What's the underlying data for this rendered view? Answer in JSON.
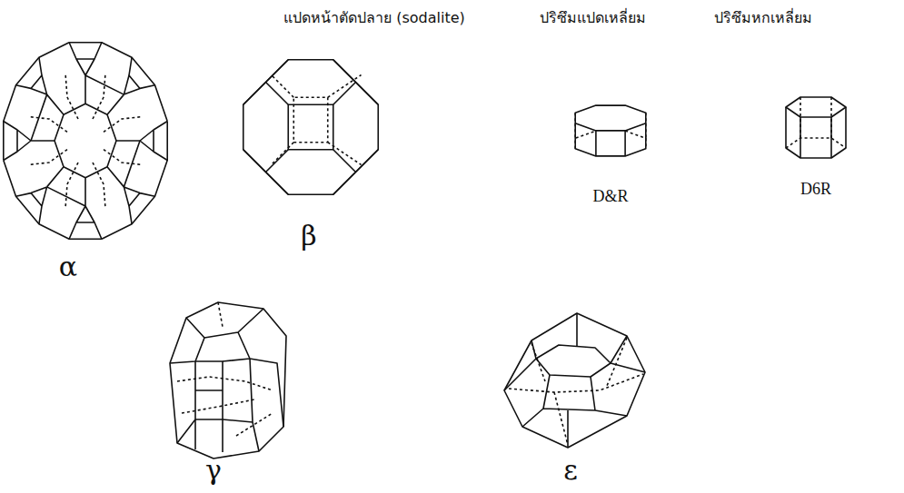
{
  "diagram": {
    "labels": [
      "แปดหน้าตัดปลาย (sodalite)",
      "ปริซึมแปดเหลี่ยม",
      "ปริซึมหกเหลี่ยม",
      "α",
      "β",
      "D&R",
      "D6R",
      "γ",
      "ε"
    ]
  }
}
